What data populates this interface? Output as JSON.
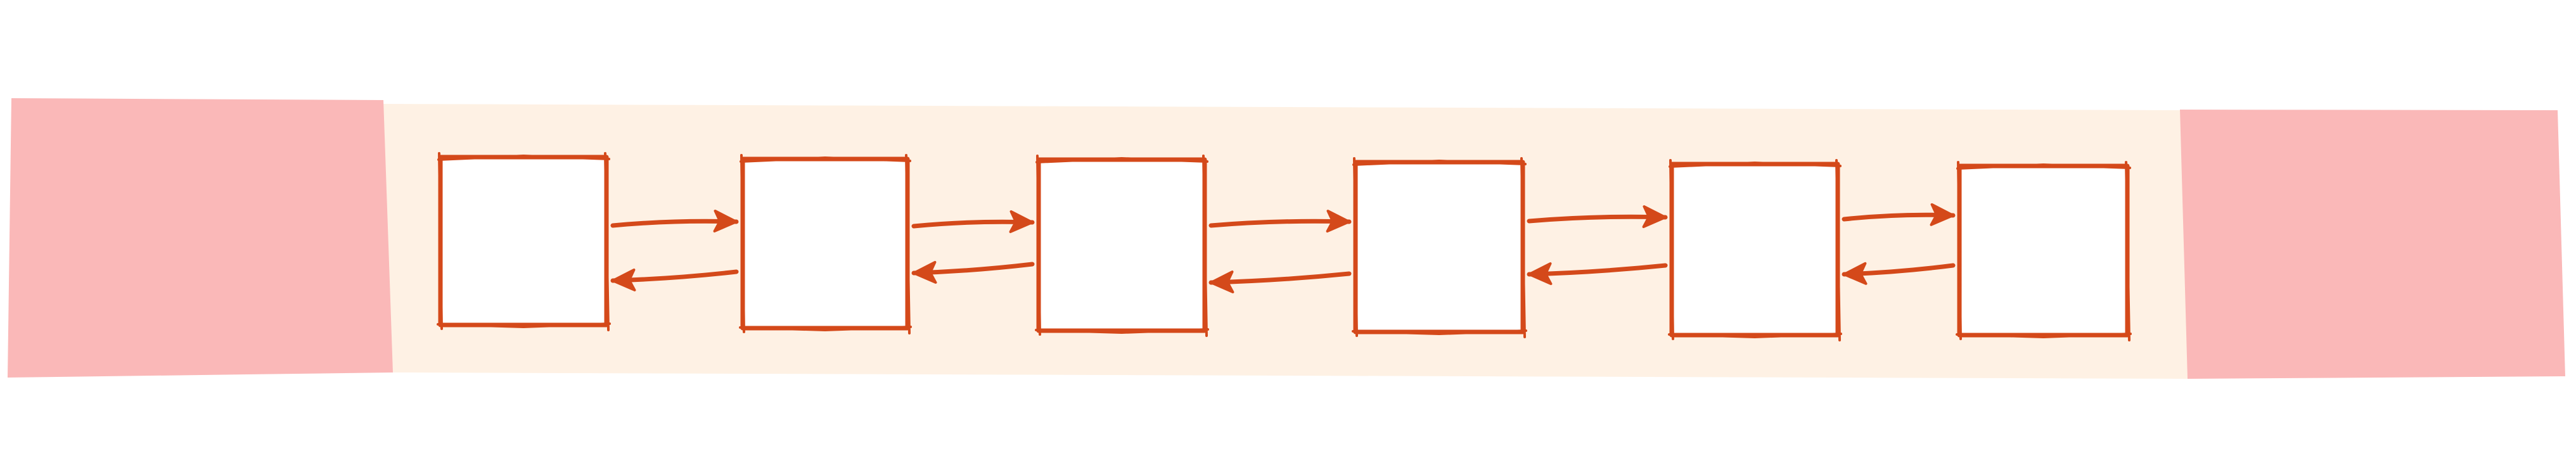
{
  "diagram": {
    "kind": "doubly-linked-list",
    "node_count": 6,
    "nodes": [
      {
        "id": "node-1",
        "label": ""
      },
      {
        "id": "node-2",
        "label": ""
      },
      {
        "id": "node-3",
        "label": ""
      },
      {
        "id": "node-4",
        "label": ""
      },
      {
        "id": "node-5",
        "label": ""
      },
      {
        "id": "node-6",
        "label": ""
      }
    ],
    "links": [
      {
        "from": "node-1",
        "to": "node-2",
        "kind": "next"
      },
      {
        "from": "node-2",
        "to": "node-1",
        "kind": "prev"
      },
      {
        "from": "node-2",
        "to": "node-3",
        "kind": "next"
      },
      {
        "from": "node-3",
        "to": "node-2",
        "kind": "prev"
      },
      {
        "from": "node-3",
        "to": "node-4",
        "kind": "next"
      },
      {
        "from": "node-4",
        "to": "node-3",
        "kind": "prev"
      },
      {
        "from": "node-4",
        "to": "node-5",
        "kind": "next"
      },
      {
        "from": "node-5",
        "to": "node-4",
        "kind": "prev"
      },
      {
        "from": "node-5",
        "to": "node-6",
        "kind": "next"
      },
      {
        "from": "node-6",
        "to": "node-5",
        "kind": "prev"
      }
    ],
    "regions": [
      {
        "id": "left-block",
        "role": "left boundary"
      },
      {
        "id": "middle-band",
        "role": "list area"
      },
      {
        "id": "right-block",
        "role": "right boundary"
      }
    ]
  },
  "colors": {
    "background": "#ffffff",
    "stroke": "#d4491a",
    "band": "#fef1e4",
    "boundary": "#fab8b8",
    "node_fill": "#ffffff"
  }
}
